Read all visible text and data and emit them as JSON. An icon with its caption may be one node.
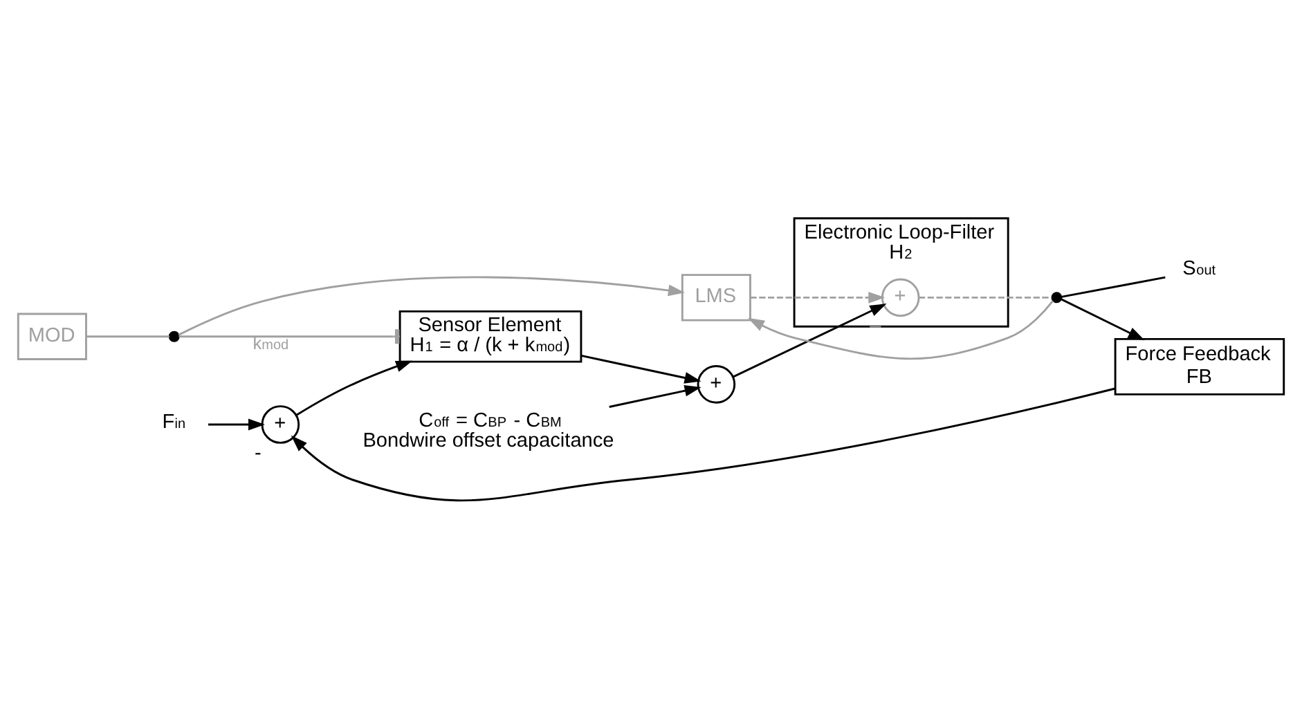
{
  "diagram": {
    "nodes": [
      {
        "text": [
          "MOD"
        ]
      },
      {
        "text": [
          "LMS"
        ]
      },
      {
        "text": [],
        "shape": "dot"
      },
      {
        "text": [
          "F$_{in}$"
        ]
      },
      {
        "text": [
          "+"
        ],
        "beside": [
          "-"
        ]
      },
      {
        "text": [
          "Sensor Element",
          "H$_{1}$ = α / (k + k$_{mod}$)"
        ]
      },
      {
        "text": [
          "+"
        ]
      },
      {
        "text": [
          "Electronic Loop-Filter",
          "H$_{2}$"
        ]
      },
      {
        "text": [
          "+"
        ],
        "in": 7,
        "beside": [
          "–"
        ]
      },
      {
        "text": [],
        "shape": "dot"
      },
      {
        "text": [
          "S$_{out}$"
        ]
      },
      {
        "text": [
          "Force Feedback",
          "FB"
        ]
      },
      {
        "text": [
          "C$_{off}$ = C$_{BP}$ - C$_{BM}$",
          "Bondwire offset capacitance"
        ]
      }
    ],
    "edges": [
      {
        "from": 0,
        "to": 2,
        "arrow": "none",
        "color": "#a0a0a0"
      },
      {
        "from": 2,
        "to": 1,
        "arrow": "to",
        "color": "#a0a0a0"
      },
      {
        "from": 2,
        "to": 5,
        "arrow": "other",
        "label": "k$_{mod}$",
        "color": "#a0a0a0"
      },
      {
        "from": 1,
        "to": 8,
        "arrow": "to",
        "style": "dashed",
        "color": "#a0a0a0"
      },
      {
        "from": 3,
        "to": 4,
        "arrow": "to"
      },
      {
        "from": 4,
        "to": 5,
        "arrow": "to"
      },
      {
        "from": 5,
        "to": 6,
        "arrow": "to"
      },
      {
        "from": 12,
        "to": 6,
        "arrow": "to"
      },
      {
        "from": 6,
        "to": 8,
        "arrow": "to"
      },
      {
        "from": 8,
        "to": 9,
        "arrow": "none",
        "style": "dashed",
        "color": "#a0a0a0"
      },
      {
        "from": 9,
        "to": 10,
        "arrow": "none"
      },
      {
        "from": 9,
        "to": 1,
        "arrow": "to",
        "color": "#a0a0a0"
      },
      {
        "from": 9,
        "to": 11,
        "arrow": "to"
      },
      {
        "from": 11,
        "to": 4,
        "arrow": "to"
      }
    ]
  }
}
